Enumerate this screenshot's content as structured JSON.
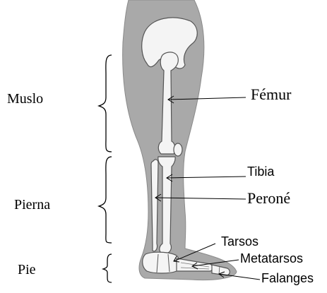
{
  "diagram": {
    "regions": {
      "thigh": "Muslo",
      "leg": "Pierna",
      "foot": "Pie"
    },
    "bones": {
      "femur": "Fémur",
      "tibia": "Tibia",
      "fibula": "Peroné",
      "tarsals": "Tarsos",
      "metatarsals": "Metatarsos",
      "phalanges": "Falanges"
    },
    "colors": {
      "silhouette": "#a9a9a9",
      "bone": "#f4f4f4",
      "bone_outline": "#555555",
      "text": "#000000"
    }
  }
}
